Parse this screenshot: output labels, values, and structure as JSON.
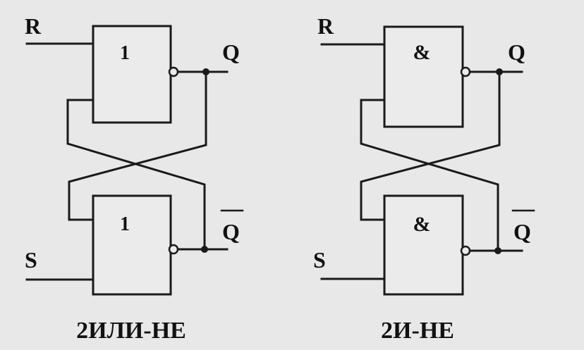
{
  "colors": {
    "background": "#e8e8e8",
    "line": "#1a1a1a"
  },
  "circuits": [
    {
      "caption": "2ИЛИ-НЕ",
      "inputs": {
        "top": "R",
        "bottom": "S"
      },
      "outputs": {
        "top": "Q",
        "bottom": "Q"
      },
      "gate_top_symbol": "1",
      "gate_bottom_symbol": "1"
    },
    {
      "caption": "2И-НЕ",
      "inputs": {
        "top": "R",
        "bottom": "S"
      },
      "outputs": {
        "top": "Q",
        "bottom": "Q"
      },
      "gate_top_symbol": "&",
      "gate_bottom_symbol": "&"
    }
  ]
}
